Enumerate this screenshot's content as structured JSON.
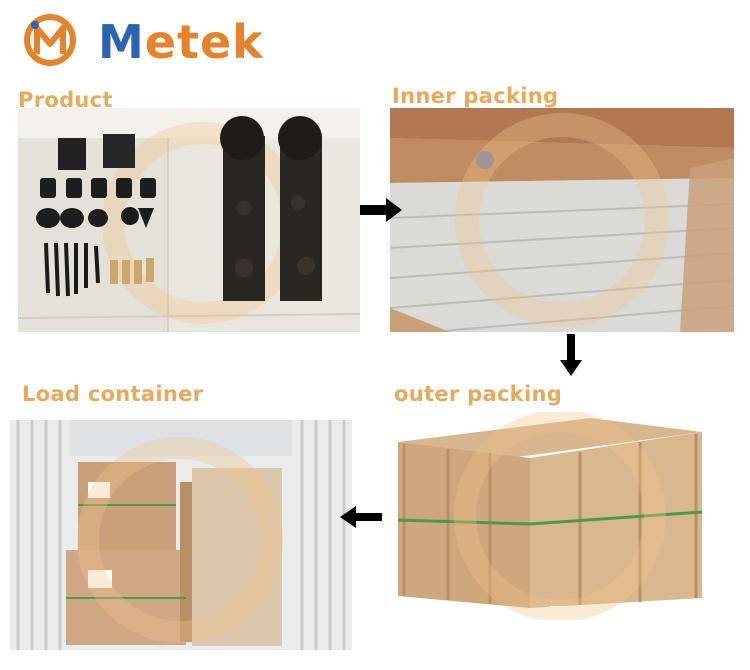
{
  "brand": {
    "name": "Metek",
    "mark_letter": "M",
    "colors": {
      "blue": "#2c64b4",
      "orange": "#e8822a",
      "label": "#e8a95a"
    }
  },
  "steps": [
    {
      "label": "Product"
    },
    {
      "label": "Inner packing"
    },
    {
      "label": "outer packing"
    },
    {
      "label": "Load container"
    }
  ],
  "arrows": [
    {
      "direction": "right"
    },
    {
      "direction": "down"
    },
    {
      "direction": "left"
    }
  ]
}
